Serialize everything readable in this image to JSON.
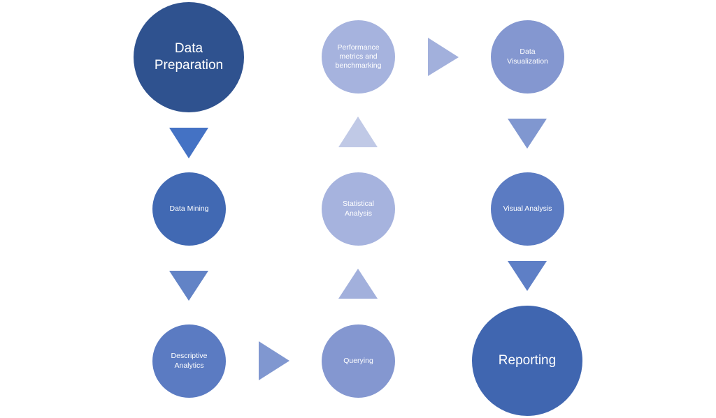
{
  "diagram": {
    "title": "Data analytics process flow",
    "nodes": [
      {
        "id": "data-preparation",
        "label": "Data Preparation",
        "color": "#2f528f"
      },
      {
        "id": "data-mining",
        "label": "Data Mining",
        "color": "#4169b3"
      },
      {
        "id": "descriptive-analytics",
        "label": "Descriptive Analytics",
        "color": "#5b7bc2"
      },
      {
        "id": "querying",
        "label": "Querying",
        "color": "#8497d0"
      },
      {
        "id": "statistical-analysis",
        "label": "Statistical Analysis",
        "color": "#a6b3de"
      },
      {
        "id": "performance-metrics",
        "label": "Performance metrics and benchmarking",
        "color": "#a6b3de"
      },
      {
        "id": "data-visualization",
        "label": "Data Visualization",
        "color": "#8497d0"
      },
      {
        "id": "visual-analysis",
        "label": "Visual Analysis",
        "color": "#5b7bc2"
      },
      {
        "id": "reporting",
        "label": "Reporting",
        "color": "#4066b0"
      }
    ],
    "arrows": [
      {
        "from": "data-preparation",
        "to": "data-mining",
        "direction": "down",
        "color": "#4472c4"
      },
      {
        "from": "data-mining",
        "to": "descriptive-analytics",
        "direction": "down",
        "color": "#6283c6"
      },
      {
        "from": "descriptive-analytics",
        "to": "querying",
        "direction": "right",
        "color": "#8097d0"
      },
      {
        "from": "querying",
        "to": "statistical-analysis",
        "direction": "up",
        "color": "#a2b0dc"
      },
      {
        "from": "statistical-analysis",
        "to": "performance-metrics",
        "direction": "up",
        "color": "#c0c9e6"
      },
      {
        "from": "performance-metrics",
        "to": "data-visualization",
        "direction": "right",
        "color": "#a2b0dc"
      },
      {
        "from": "data-visualization",
        "to": "visual-analysis",
        "direction": "down",
        "color": "#8097d0"
      },
      {
        "from": "visual-analysis",
        "to": "reporting",
        "direction": "down",
        "color": "#5e7fc6"
      }
    ]
  }
}
